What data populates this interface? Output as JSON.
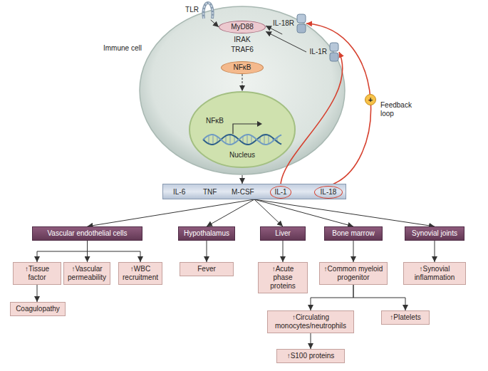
{
  "diagram": {
    "nodes": [
      {
        "text": [
          "Immune cell"
        ]
      },
      {
        "text": [
          "TLR"
        ]
      },
      {
        "text": [
          "MyD88"
        ],
        "in": 0
      },
      {
        "text": [
          "IL-18R"
        ]
      },
      {
        "text": [
          "IL-1R"
        ]
      },
      {
        "text": [
          "NFκB"
        ],
        "in": 0
      },
      {
        "text": [
          "NFκB",
          "Nucleus"
        ],
        "in": 0
      },
      {
        "text": [
          "IL-6",
          "TNF",
          "M-CSF"
        ]
      },
      {
        "text": [
          "IL-1"
        ],
        "in": 7
      },
      {
        "text": [
          "IL-18"
        ],
        "in": 7
      },
      {
        "text": [
          "Vascular endothelial cells"
        ]
      },
      {
        "text": [
          "Hypothalamus"
        ]
      },
      {
        "text": [
          "Liver"
        ]
      },
      {
        "text": [
          "Bone marrow"
        ]
      },
      {
        "text": [
          "Synovial joints"
        ]
      },
      {
        "text": [
          "↑Tissue factor"
        ]
      },
      {
        "text": [
          "↑Vascular permeability"
        ]
      },
      {
        "text": [
          "↑WBC recruitment"
        ]
      },
      {
        "text": [
          "Fever"
        ]
      },
      {
        "text": [
          "↑Acute phase proteins"
        ]
      },
      {
        "text": [
          "↑Common myeloid progenitor"
        ]
      },
      {
        "text": [
          "↑Synovial inflammation"
        ]
      },
      {
        "text": [
          "Coagulopathy"
        ]
      },
      {
        "text": [
          "↑Circulating monocytes/neutrophils"
        ]
      },
      {
        "text": [
          "↑Platelets"
        ]
      },
      {
        "text": [
          "↑S100 proteins"
        ]
      }
    ],
    "edges": [
      {
        "from": 1,
        "to": 2,
        "arrow": "to"
      },
      {
        "from": 3,
        "to": 2,
        "arrow": "to"
      },
      {
        "from": 4,
        "to": 2,
        "arrow": "to"
      },
      {
        "from": 5,
        "to": 6,
        "arrow": "to"
      },
      {
        "from": 0,
        "to": 7,
        "arrow": "to"
      },
      {
        "from": 8,
        "to": 4,
        "arrow": "to"
      },
      {
        "from": 9,
        "to": 3,
        "arrow": "to"
      },
      {
        "from": 7,
        "to": 10,
        "arrow": "to"
      },
      {
        "from": 7,
        "to": 11,
        "arrow": "to"
      },
      {
        "from": 7,
        "to": 12,
        "arrow": "to"
      },
      {
        "from": 7,
        "to": 13,
        "arrow": "to"
      },
      {
        "from": 7,
        "to": 14,
        "arrow": "to"
      },
      {
        "from": 10,
        "to": 15,
        "arrow": "to"
      },
      {
        "from": 10,
        "to": 16,
        "arrow": "to"
      },
      {
        "from": 10,
        "to": 17,
        "arrow": "to"
      },
      {
        "from": 15,
        "to": 22,
        "arrow": "to"
      },
      {
        "from": 11,
        "to": 18,
        "arrow": "to"
      },
      {
        "from": 12,
        "to": 19,
        "arrow": "to"
      },
      {
        "from": 13,
        "to": 20,
        "arrow": "to"
      },
      {
        "from": 20,
        "to": 23,
        "arrow": "to"
      },
      {
        "from": 20,
        "to": 24,
        "arrow": "to"
      },
      {
        "from": 23,
        "to": 25,
        "arrow": "to"
      },
      {
        "from": 14,
        "to": 21,
        "arrow": "to"
      }
    ],
    "labels": [
      "IRAK",
      "TRAF6",
      "+",
      "Feedback loop"
    ]
  }
}
